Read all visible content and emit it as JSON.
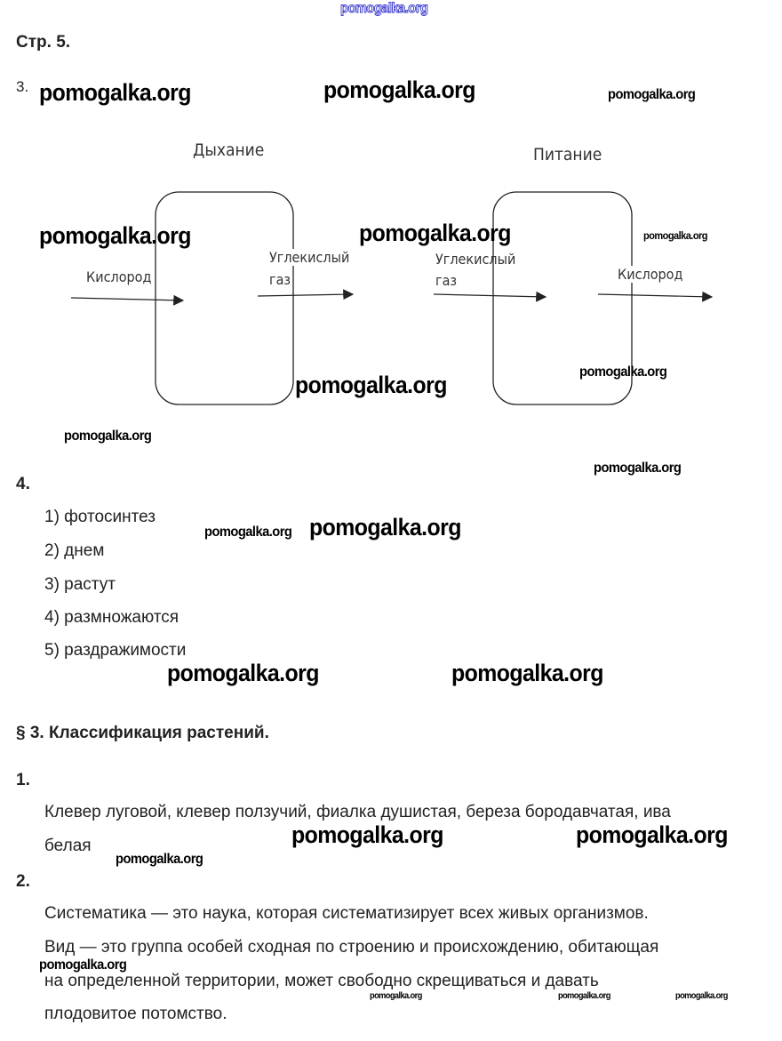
{
  "page_label": "Стр. 5.",
  "task3": {
    "number": "3.",
    "diagram": {
      "left_title": "Дыхание",
      "right_title": "Питание",
      "left_in": "Кислород",
      "left_out_line1": "Углекислый",
      "left_out_line2": "газ",
      "right_in_line1": "Углекислый",
      "right_in_line2": "газ",
      "right_out": "Кислород"
    }
  },
  "task4": {
    "number": "4.",
    "items": [
      "1) фотосинтез",
      "2) днем",
      "3) растут",
      "4) размножаются",
      "5) раздражимости"
    ]
  },
  "section": {
    "title": "§ 3. Классификация растений.",
    "q1": {
      "number": "1.",
      "line1": "Клевер луговой, клевер ползучий, фиалка душистая, береза бородавчатая, ива",
      "line2": "белая"
    },
    "q2": {
      "number": "2.",
      "line1": "Систематика — это наука, которая систематизирует всех живых организмов.",
      "line2": "Вид — это группа особей сходная по строению и происхождению, обитающая",
      "line3": "на определенной территории, может свободно скрещиваться и давать",
      "line4": "плодовитое потомство."
    }
  },
  "watermark": "pomogalka.org"
}
